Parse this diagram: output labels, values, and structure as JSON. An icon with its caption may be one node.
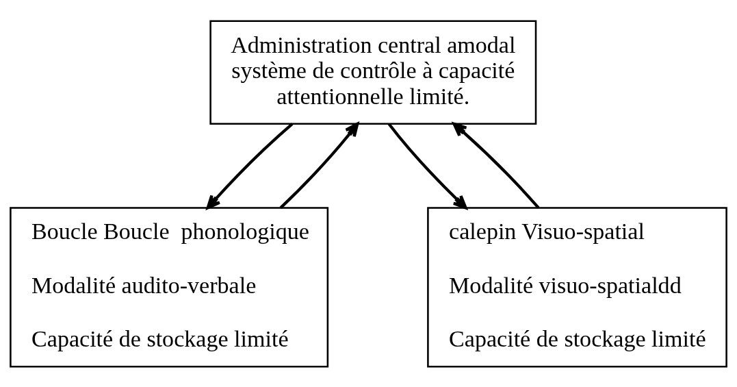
{
  "diagram": {
    "nodes": [
      {
        "text": [
          "Administration central amodal système de contrôle à capacité attentionnelle limité."
        ]
      },
      {
        "text": [
          "Boucle Boucle  phonologique",
          "Modalité audito-verbale",
          "Capacité de stockage limité"
        ]
      },
      {
        "text": [
          "calepin Visuo-spatial",
          "Modalité visuo-spatialdd",
          "Capacité de stockage limité"
        ]
      }
    ],
    "edges": [
      {
        "from": 1,
        "to": 0,
        "arrow": "to"
      },
      {
        "from": 0,
        "to": 1,
        "arrow": "to"
      },
      {
        "from": 2,
        "to": 0,
        "arrow": "to"
      },
      {
        "from": 0,
        "to": 2,
        "arrow": "to"
      }
    ]
  }
}
